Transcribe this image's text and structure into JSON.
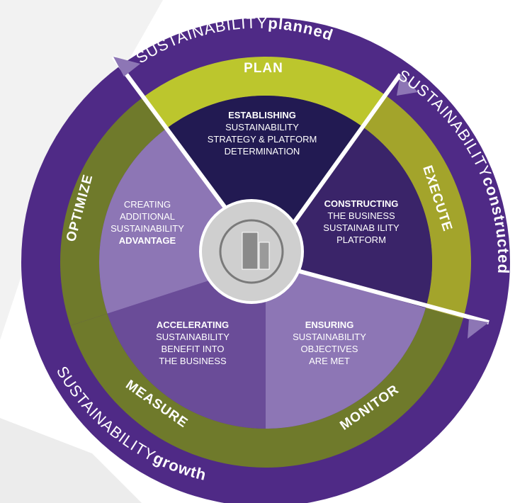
{
  "colors": {
    "background_shape": "#ececec",
    "outer_ring_purple": "#4f2a86",
    "ring_green_dark": "#6f7a2b",
    "ring_green_mid": "#a3a42b",
    "ring_green_light": "#bcc62d",
    "core_dark": "#221a52",
    "core_dark2": "#3a2469",
    "core_mid": "#6a4c98",
    "core_light": "#8d76b5",
    "hub": "#cfcfcf",
    "white": "#ffffff"
  },
  "outer": {
    "planned": {
      "prefix": "SUSTAINABILITY",
      "suffix": "planned"
    },
    "constructed": {
      "prefix": "SUSTAINABILITY",
      "suffix": "constructed"
    },
    "growth": {
      "prefix": "SUSTAINABILITY",
      "suffix": "growth"
    }
  },
  "phases": {
    "plan": "PLAN",
    "execute": "EXECUTE",
    "monitor": "MONITOR",
    "measure": "MEASURE",
    "optimize": "OPTIMIZE"
  },
  "core": {
    "establishing": {
      "bold": "ESTABLISHING",
      "lines": [
        "SUSTAINABILITY",
        "STRATEGY & PLATFORM",
        "DETERMINATION"
      ]
    },
    "constructing": {
      "bold": "CONSTRUCTING",
      "lines": [
        "THE BUSINESS",
        "SUSTAINAB ILITY",
        "PLATFORM"
      ]
    },
    "ensuring": {
      "bold": "ENSURING",
      "lines": [
        "SUSTAINABILITY",
        "OBJECTIVES",
        "ARE MET"
      ]
    },
    "accelerating": {
      "bold": "ACCELERATING",
      "lines": [
        "SUSTAINABILITY",
        "BENEFIT INTO",
        "THE BUSINESS"
      ]
    },
    "creating": {
      "lines": [
        "CREATING",
        "ADDITIONAL",
        "SUSTAINABILITY"
      ],
      "bold": "ADVANTAGE"
    }
  },
  "hub_icon": "gear-building-icon"
}
